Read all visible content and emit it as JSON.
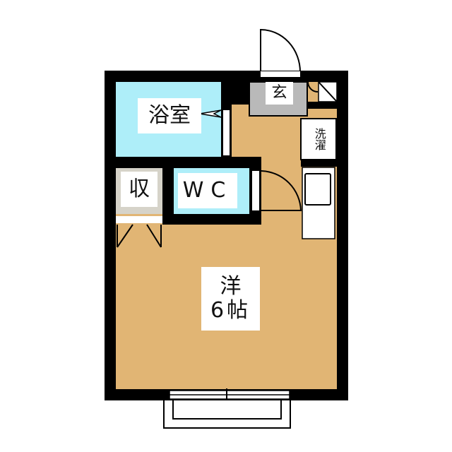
{
  "rooms": {
    "bath": "浴室",
    "entrance": "玄",
    "laundry": "洗濯",
    "storage": "収",
    "toilet": "WC",
    "main_room_type": "洋",
    "main_room_size": "6帖"
  },
  "colors": {
    "wall": "#000000",
    "floor": "#e1b574",
    "wet_area": "#aeeef9",
    "entrance": "#b9b9b9",
    "storage": "#d6d3c9"
  }
}
